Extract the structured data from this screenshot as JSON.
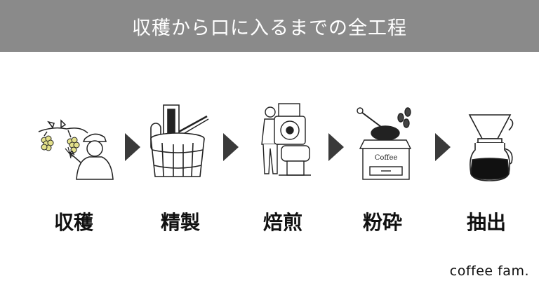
{
  "title": "収穫から口に入るまでの全工程",
  "steps": [
    {
      "label": "収穫",
      "icon": "harvest-icon"
    },
    {
      "label": "精製",
      "icon": "bucket-icon"
    },
    {
      "label": "焙煎",
      "icon": "roaster-icon"
    },
    {
      "label": "粉砕",
      "icon": "grinder-icon"
    },
    {
      "label": "抽出",
      "icon": "dripper-icon"
    }
  ],
  "brand": "coffee fam.",
  "grinder_text": "Coffee",
  "colors": {
    "header_bg": "#8a8a8a",
    "arrow": "#3a3a3a",
    "cherry": "#e3e08a"
  }
}
